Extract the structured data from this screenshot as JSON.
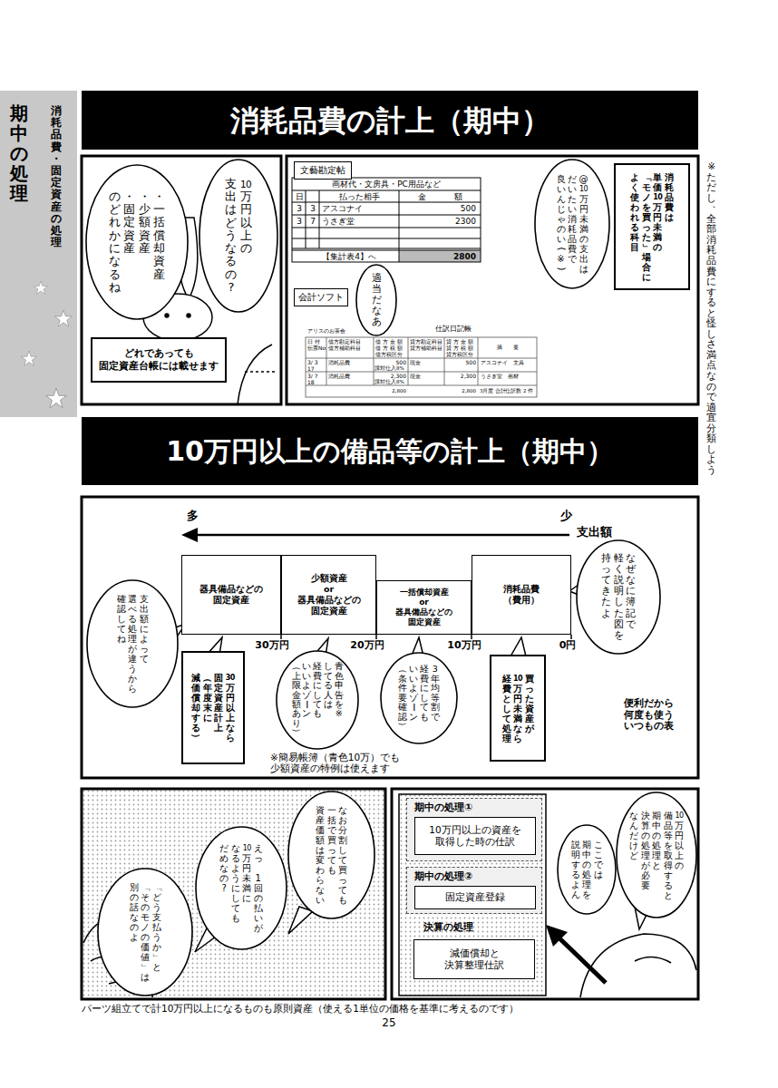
{
  "diagram": {
    "nodes": [
      {
        "text": [
          "期中の処理",
          "消耗品費・固定資産の処理"
        ]
      },
      {
        "text": [
          "消耗品費の計上（期中）"
        ]
      },
      {
        "text": [
          "10万円以上の 支出はどうなるの?"
        ]
      },
      {
        "text": [
          "・一括償却資産 ・少額資産 ・固定資産 のどれかになるね"
        ]
      },
      {
        "text": [
          "どれであっても 固定資産台帳には載せます"
        ]
      },
      {
        "text": [
          "文藝勘定帖"
        ]
      },
      {
        "text": [
          "会計ソフト"
        ]
      },
      {
        "text": [
          "適当だなあ"
        ]
      },
      {
        "text": [
          "@10万円未満の支出は だいたい消耗品費で 良いんじゃのい(※)"
        ]
      },
      {
        "text": [
          "消耗品費は 単価10万円未満の 「モノを買った」場合に よく使われる科目"
        ]
      },
      {
        "text": [
          "10万円以上の備品等の計上（期中）"
        ]
      },
      {
        "text": [
          "器具備品などの 固定資産"
        ]
      },
      {
        "text": [
          "少額資産",
          "or",
          "器具備品などの 固定資産"
        ]
      },
      {
        "text": [
          "一括償却資産",
          "or",
          "器具備品などの 固定資産"
        ]
      },
      {
        "text": [
          "消耗品費",
          "（費用）"
        ]
      },
      {
        "text": [
          "なぜなに簿記で 軽く説明した図を 持ってきたよ"
        ]
      },
      {
        "text": [
          "支出額によって 選べる処理が違うから 確認してね"
        ]
      },
      {
        "text": [
          "30万円以上なら 固定資産計上 （年度末に 減価償却する）"
        ]
      },
      {
        "text": [
          "青色申告を※ してる人は 経費にしても いいよゾーン （上限金額あり）"
        ]
      },
      {
        "text": [
          "3年均等割で 経費にしても いいよゾーン （条件要確認）"
        ]
      },
      {
        "text": [
          "買った資産が 10万円未満なら 経費として処理"
        ]
      },
      {
        "text": [
          "なお分割して買っても 一括で買っても 資産価額は変わらない"
        ]
      },
      {
        "text": [
          "えっ　1回の払いが 10万円未満に なるようにしても だめなの?"
        ]
      },
      {
        "text": [
          "「どう支払うか」と 「そのモノの価値」は 別の話なのよ"
        ]
      },
      {
        "text": [
          "期中の処理①"
        ]
      },
      {
        "text": [
          "10万円以上の資産を 取得した時の仕訳"
        ],
        "in": 24
      },
      {
        "text": [
          "期中の処理②"
        ]
      },
      {
        "text": [
          "固定資産登録"
        ],
        "in": 26
      },
      {
        "text": [
          "決算の処理",
          "減価償却と 決算整理仕訳"
        ]
      },
      {
        "text": [
          "10万円以上の 備品等を取得すると 期中の処理と 決算の処理が必要 なんだけど"
        ]
      },
      {
        "text": [
          "ここでは 期中の処理を 説明するよん"
        ]
      }
    ],
    "labels": [
      "※ただし、全部消耗品費にすると怪しさ満点なので適宜分類しよう",
      "画材代・文房具・PC用品など",
      "日",
      "払った相手",
      "金",
      "額",
      "3",
      "3",
      "アスコナイ",
      "500",
      "3",
      "7",
      "うさぎ堂",
      "2300",
      "【集計表4】へ",
      "2800",
      "仕訳日記帳",
      "アリスのお茶会",
      "日 付",
      "伝票No",
      "借方勘定科目",
      "借方補助科目",
      "借 方 金 額",
      "借 方 税 額",
      "借方税区分",
      "貸方勘定科目",
      "貸方補助科目",
      "貸 方 金 額",
      "貸 方 税 額",
      "貸方税区分",
      "摘　　要",
      "3/ 3",
      "17",
      "消耗品費",
      "500",
      "現金",
      "500",
      "アスコナイ　文具",
      "課対仕入8%",
      "3/ 7",
      "18",
      "消耗品費",
      "2,300",
      "現金",
      "2,300",
      "うさぎ堂　画材",
      "課対仕入8%",
      "2,800",
      "2,800",
      "3月度 合計",
      "仕訳数",
      "2 件",
      "多",
      "少",
      "支出額",
      "30万円",
      "20万円",
      "10万円",
      "0円",
      "便利だから 何度も使う いつもの表",
      "※簡易帳簿（青色10万）でも 少額資産の特例は使えます",
      "パーツ組立てで計10万円以上になるものも原則資産（使える1単位の価格を基準に考えるのです）",
      "25"
    ]
  }
}
